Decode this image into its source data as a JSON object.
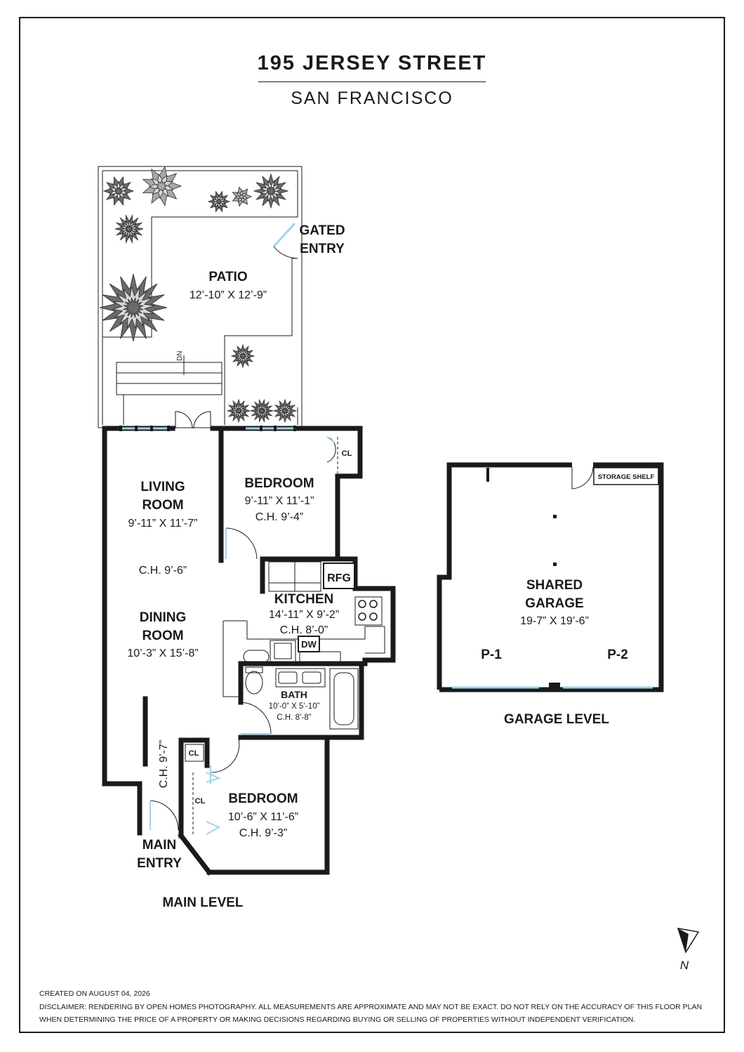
{
  "header": {
    "title": "195 JERSEY STREET",
    "subtitle": "SAN FRANCISCO"
  },
  "rooms": {
    "gated_entry": [
      "GATED",
      "ENTRY"
    ],
    "patio": {
      "name": "PATIO",
      "dims": "12’-10” X 12’-9”"
    },
    "stairs_dn": "DN",
    "living_room": {
      "name": [
        "LIVING",
        "ROOM"
      ],
      "dims": "9’-11” X 11’-7”"
    },
    "living_ch": "C.H. 9’-6”",
    "dining_room": {
      "name": [
        "DINING",
        "ROOM"
      ],
      "dims": "10’-3” X 15’-8”"
    },
    "bedroom_1": {
      "name": "BEDROOM",
      "dims": "9’-11” X 11’-1”",
      "ch": "C.H. 9’-4”"
    },
    "closet_label": "CL",
    "kitchen": {
      "name": "KITCHEN",
      "dims": "14’-11” X 9’-2”",
      "ch": "C.H. 8’-0”"
    },
    "rfg": "RFG",
    "dw": "DW",
    "bath": {
      "name": "BATH",
      "dims": "10’-0” X 5’-10”",
      "ch": "C.H. 8’-8”"
    },
    "hall_ch": "C.H. 9’-7”",
    "bedroom_2": {
      "name": "BEDROOM",
      "dims": "10’-6” X 11’-6”",
      "ch": "C.H. 9’-3”"
    },
    "main_entry": [
      "MAIN",
      "ENTRY"
    ],
    "main_level": "MAIN LEVEL",
    "storage_shelf": "STORAGE SHELF",
    "garage": {
      "name": [
        "SHARED",
        "GARAGE"
      ],
      "dims": "19-7” X 19’-6”"
    },
    "p1": "P-1",
    "p2": "P-2",
    "garage_level": "GARAGE LEVEL"
  },
  "compass": {
    "label": "N"
  },
  "footer": {
    "created": "CREATED ON AUGUST 04, 2026",
    "disclaimer_1": "DISCLAIMER: RENDERING BY OPEN HOMES PHOTOGRAPHY. ALL MEASUREMENTS ARE APPROXIMATE AND MAY NOT BE EXACT. DO NOT RELY ON THE ACCURACY OF THIS FLOOR PLAN",
    "disclaimer_2": "WHEN DETERMINING THE PRICE OF A PROPERTY OR MAKING DECISIONS REGARDING BUYING OR SELLING OF PROPERTIES WITHOUT INDEPENDENT VERIFICATION."
  },
  "colors": {
    "wall": "#1a1a1a",
    "window": "#9fd3ea",
    "plant_dark": "#6b6b6b",
    "plant_light": "#a8a8a8"
  }
}
